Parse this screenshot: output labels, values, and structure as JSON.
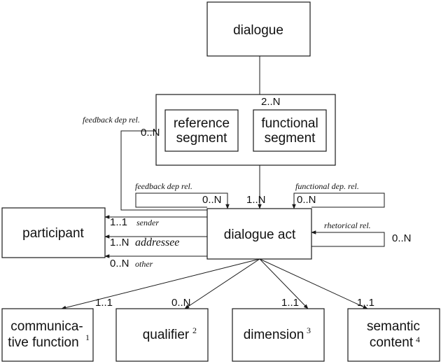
{
  "entities": {
    "dialogue": "dialogue",
    "reference_segment": [
      "reference",
      "segment"
    ],
    "functional_segment": [
      "functional",
      "segment"
    ],
    "dialogue_act": "dialogue act",
    "participant": "participant",
    "communicative_function": [
      "communica-",
      "tive function"
    ],
    "qualifier": "qualifier",
    "dimension": "dimension",
    "semantic_content": [
      "semantic",
      "content"
    ]
  },
  "footnotes": {
    "communicative_function": "1",
    "qualifier": "2",
    "dimension": "3",
    "semantic_content": "4"
  },
  "relations": {
    "feedback_dep_rel_segment": "feedback dep rel.",
    "feedback_dep_rel_act": "feedback dep rel.",
    "functional_dep_rel": "functional dep. rel.",
    "rhetorical_rel": "rhetorical rel.",
    "sender": "sender",
    "addressee": "addressee",
    "other": "other"
  },
  "multiplicities": {
    "dialogue_segment": "2..N",
    "feedback_segment": "0..N",
    "segment_act": "1..N",
    "feedback_act": "0..N",
    "functional_act": "0..N",
    "rhetorical": "0..N",
    "sender": "1..1",
    "addressee": "1..N",
    "other": "0..N",
    "comm_function": "1..1",
    "qualifier": "0..N",
    "dimension": "1..1",
    "semantic_content": "1..1"
  }
}
